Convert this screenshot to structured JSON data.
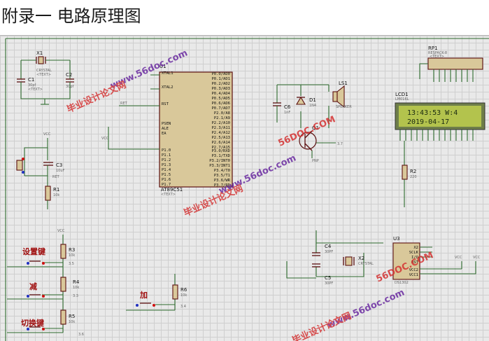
{
  "heading": "附录一 电路原理图",
  "watermarks": {
    "domain": "56DOC.COM",
    "site": "毕业设计论文网",
    "url": "www.56doc.com"
  },
  "components": {
    "x1": {
      "ref": "X1",
      "val": "CRYSTAL"
    },
    "c1": {
      "ref": "C1",
      "val": "30pf"
    },
    "c2": {
      "ref": "C2",
      "val": "30pf"
    },
    "c3": {
      "ref": "C3",
      "val": "10uF"
    },
    "r1": {
      "ref": "R1",
      "val": "10k"
    },
    "u1": {
      "ref": "U1",
      "val": "AT89C51"
    },
    "c6": {
      "ref": "C6",
      "val": "1nF"
    },
    "d1": {
      "ref": "D1",
      "val": "1N4"
    },
    "ls1": {
      "ref": "LS1",
      "val": "SPEAKER"
    },
    "q1": {
      "ref": "Q1",
      "val": "PNP"
    },
    "rp1": {
      "ref": "RP1",
      "val": "RESPACK-8"
    },
    "lcd1": {
      "ref": "LCD1",
      "val": "LM016L"
    },
    "r2": {
      "ref": "R2",
      "val": "220"
    },
    "r3": {
      "ref": "R3",
      "val": "10k"
    },
    "r4": {
      "ref": "R4",
      "val": "10k"
    },
    "r5": {
      "ref": "R5",
      "val": "10k"
    },
    "r6": {
      "ref": "R6",
      "val": "10k"
    },
    "c4": {
      "ref": "C4",
      "val": "30PF"
    },
    "c5": {
      "ref": "C5",
      "val": "30PF"
    },
    "x2": {
      "ref": "X2",
      "val": "CRYSTAL"
    },
    "u3": {
      "ref": "U3",
      "val": "DS1302"
    }
  },
  "u1_pins": {
    "left": [
      "XTAL1",
      "XTAL2",
      "RST",
      "PSEN",
      "ALE",
      "EA",
      "P1.0",
      "P1.1",
      "P1.2",
      "P1.3",
      "P1.4",
      "P1.5",
      "P1.6",
      "P1.7"
    ],
    "right_p0": [
      "P0.0/AD0",
      "P0.1/AD1",
      "P0.2/AD2",
      "P0.3/AD3",
      "P0.4/AD4",
      "P0.5/AD5",
      "P0.6/AD6",
      "P0.7/AD7"
    ],
    "right_p2": [
      "P2.0/A8",
      "P2.1/A9",
      "P2.2/A10",
      "P2.3/A11",
      "P2.4/A12",
      "P2.5/A13",
      "P2.6/A14",
      "P2.7/A15"
    ],
    "right_p3": [
      "P3.0/RXD",
      "P3.1/TXD",
      "P3.2/INT0",
      "P3.3/INT1",
      "P3.4/T0",
      "P3.5/T1",
      "P3.6/WR",
      "P3.7/RD"
    ]
  },
  "nets": {
    "rst": "RET",
    "vcc": "VCC",
    "p37": "3.7",
    "p35": "3.5",
    "p34": "3.4",
    "p33": "3.3",
    "p36": "3.6"
  },
  "lcd": {
    "line1": "13:43:53  W:4",
    "line2": "2019-04-17"
  },
  "keys": {
    "set": "设置键",
    "minus": "减",
    "plus": "加",
    "switch": "切换键"
  },
  "u3_pins": [
    "X2",
    "SCLK",
    "I/O",
    "RST",
    "VCC2",
    "VCC1"
  ],
  "tag": "<TEXT>"
}
